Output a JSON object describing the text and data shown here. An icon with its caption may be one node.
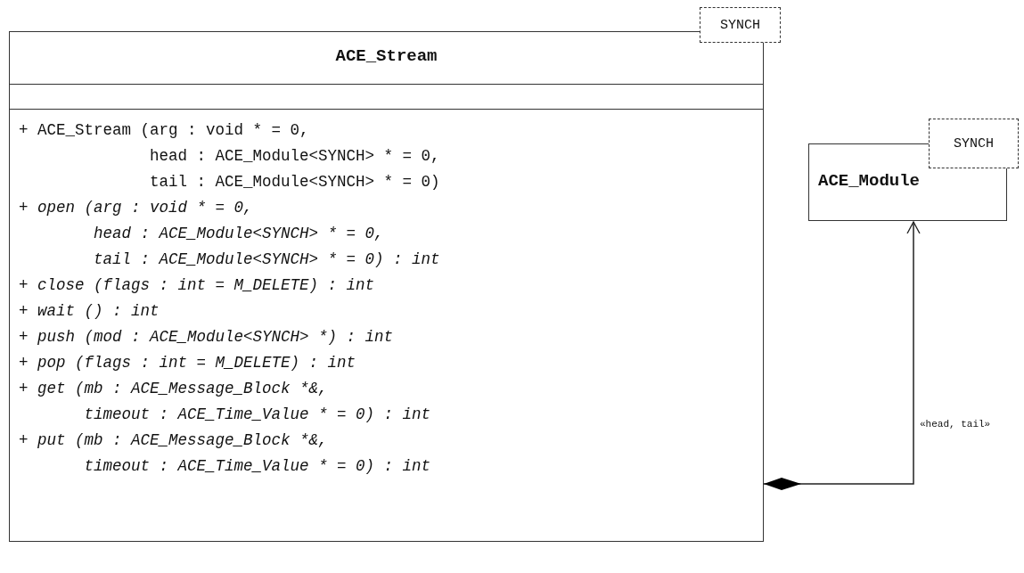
{
  "diagram": {
    "nodes": [
      {
        "text": [
          "ACE_Stream",
          "+ ACE_Stream (arg : void * = 0, head : ACE_Module<SYNCH> * = 0, tail : ACE_Module<SYNCH> * = 0)",
          "+ open (arg : void * = 0, head : ACE_Module<SYNCH> * = 0, tail : ACE_Module<SYNCH> * = 0) : int",
          "+ close (flags : int = M_DELETE) : int",
          "+ wait () : int",
          "+ push (mod : ACE_Module<SYNCH> *) : int",
          "+ pop (flags : int = M_DELETE) : int",
          "+ get (mb : ACE_Message_Block *&, timeout : ACE_Time_Value * = 0) : int",
          "+ put (mb : ACE_Message_Block *&, timeout : ACE_Time_Value * = 0) : int"
        ]
      },
      {
        "text": [
          "SYNCH"
        ]
      },
      {
        "text": [
          "ACE_Module"
        ]
      },
      {
        "text": [
          "SYNCH"
        ]
      }
    ],
    "edges": [
      {
        "from": 0,
        "to": 2,
        "arrow": "to",
        "label": "«head, tail»"
      }
    ]
  }
}
